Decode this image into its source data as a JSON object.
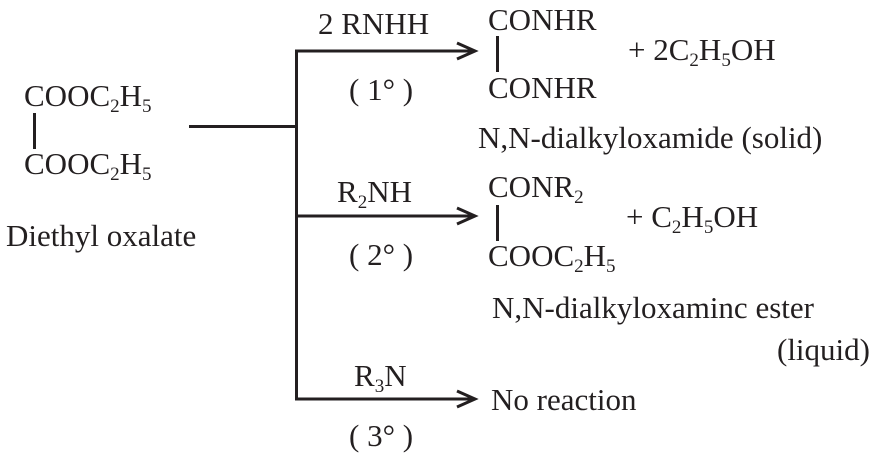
{
  "colors": {
    "ink": "#231f20",
    "background": "#ffffff"
  },
  "reactant": {
    "top_group": {
      "main": "COOC",
      "sub1": "2",
      "mid": "H",
      "sub2": "5"
    },
    "bottom_group": {
      "main": "COOC",
      "sub1": "2",
      "mid": "H",
      "sub2": "5"
    },
    "name": "Diethyl oxalate"
  },
  "branches": [
    {
      "reagent": "2 RNHH",
      "degree": "( 1° )",
      "product_top": "CONHR",
      "product_bottom": "CONHR",
      "byproduct": {
        "prefix": "+ 2C",
        "s1": "2",
        "mid": "H",
        "s2": "5",
        "suffix": "OH"
      },
      "product_name": "N,N-dialkyloxamide (solid)"
    },
    {
      "reagent": {
        "main": "R",
        "sub": "2",
        "rest": "NH"
      },
      "degree": "( 2° )",
      "product_top": {
        "main": "CONR",
        "sub": "2"
      },
      "product_bottom": {
        "main": "COOC",
        "s1": "2",
        "mid": "H",
        "s2": "5"
      },
      "byproduct": {
        "prefix": "+ C",
        "s1": "2",
        "mid": "H",
        "s2": "5",
        "suffix": "OH"
      },
      "product_name_line1": "N,N-dialkyloxaminc ester",
      "product_name_line2": "(liquid)"
    },
    {
      "reagent": {
        "main": "R",
        "sub": "3",
        "rest": "N"
      },
      "degree": "( 3° )",
      "result": "No reaction"
    }
  ]
}
